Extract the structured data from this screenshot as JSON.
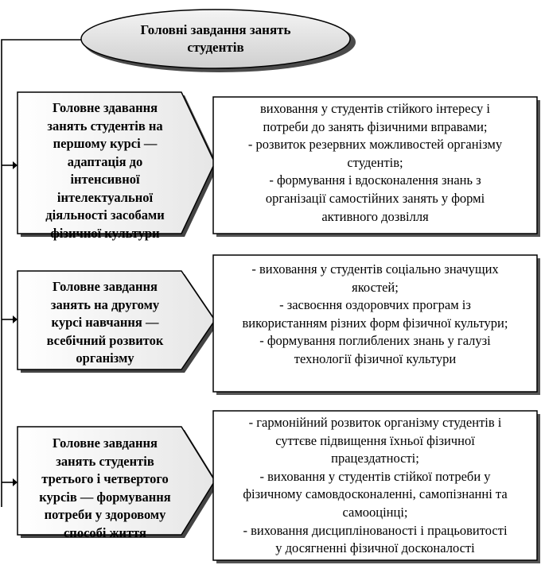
{
  "title_lines": [
    "Головні завдання занять",
    "студентів"
  ],
  "tasks": [
    {
      "lines": [
        "Головне здавання",
        "занять студентів на",
        "першому курсі —",
        "адаптація до",
        "інтенсивної",
        "інтелектуальної",
        "діяльності   засобами",
        "фізичної культури"
      ],
      "details": [
        "виховання у студентів стійкого інтересу і",
        "потреби до занять фізичними вправами;",
        "- розвиток резервних можливостей організму",
        "студентів;",
        "- формування і вдосконалення знань з",
        "організації самостійних занять у формі",
        "активного дозвілля"
      ]
    },
    {
      "lines": [
        "Головне завдання",
        "занять на другому",
        "курсі навчання —",
        "всебічний розвиток",
        "організму"
      ],
      "details": [
        "- виховання у студентів соціально значущих",
        "якостей;",
        "- засвоєння оздоровчих програм із",
        "використанням різних форм фізичної культури;",
        "- формування поглиблених знань у галузі",
        "технології фізичної культури"
      ]
    },
    {
      "lines": [
        "Головне завдання",
        "занять студентів",
        "третього і четвертого",
        "курсів — формування",
        "потреби у здоровому",
        "способі життя"
      ],
      "details": [
        "- гармонійний розвиток організму студентів і",
        "суттєве підвищення їхньої фізичної",
        "працездатності;",
        "- виховання у студентів стійкої потреби у",
        "фізичному самовдосконаленні, самопізнанні та",
        "самооцінці;",
        "- виховання дисциплінованості і працьовитості",
        "у досягненні фізичної досконалості"
      ]
    }
  ]
}
